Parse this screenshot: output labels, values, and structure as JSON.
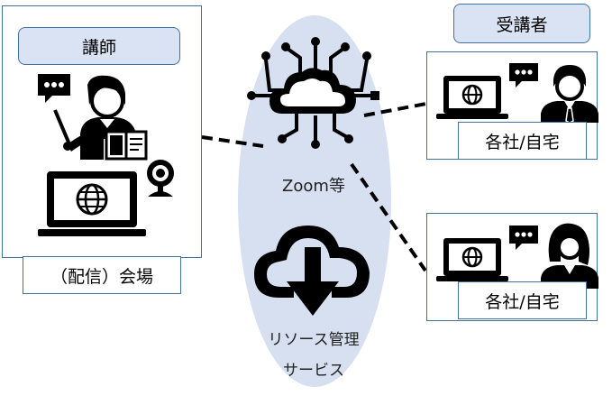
{
  "instructor": {
    "title": "講師",
    "venue": "（配信）会場"
  },
  "service": {
    "streaming": "Zoom等",
    "resource_line1": "リソース管理",
    "resource_line2": "サービス"
  },
  "students": {
    "title": "受講者",
    "location_1": "各社/自宅",
    "location_2": "各社/自宅"
  },
  "colors": {
    "pill_fill": "#dae3f3",
    "border": "#41719c",
    "ellipse": "#d6e0f0",
    "icon": "#000000"
  }
}
